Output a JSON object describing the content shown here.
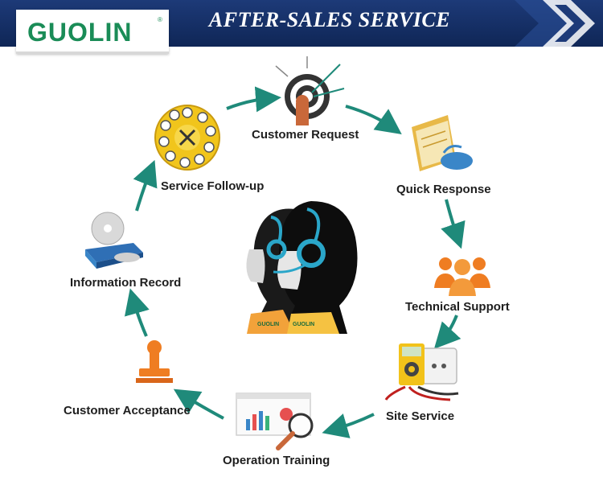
{
  "header": {
    "title": "AFTER-SALES SERVICE",
    "brand_color": "#1a3a78",
    "accent_color": "#1f8a7a"
  },
  "logo": {
    "text": "GUOLIN",
    "registered_mark": "®",
    "color": "#1a8c57"
  },
  "center": {
    "badge_left": "GUOLIN",
    "badge_right": "GUOLIN"
  },
  "steps": [
    {
      "label": "Customer Request",
      "icon": "target-icon"
    },
    {
      "label": "Quick Response",
      "icon": "mail-icon"
    },
    {
      "label": "Technical Support",
      "icon": "team-icon"
    },
    {
      "label": "Site Service",
      "icon": "multimeter-icon"
    },
    {
      "label": "Operation Training",
      "icon": "magnifier-chart-icon"
    },
    {
      "label": "Customer Acceptance",
      "icon": "stamp-icon"
    },
    {
      "label": "Information Record",
      "icon": "disc-drive-icon"
    },
    {
      "label": "Service Follow-up",
      "icon": "rotary-phone-icon"
    }
  ]
}
